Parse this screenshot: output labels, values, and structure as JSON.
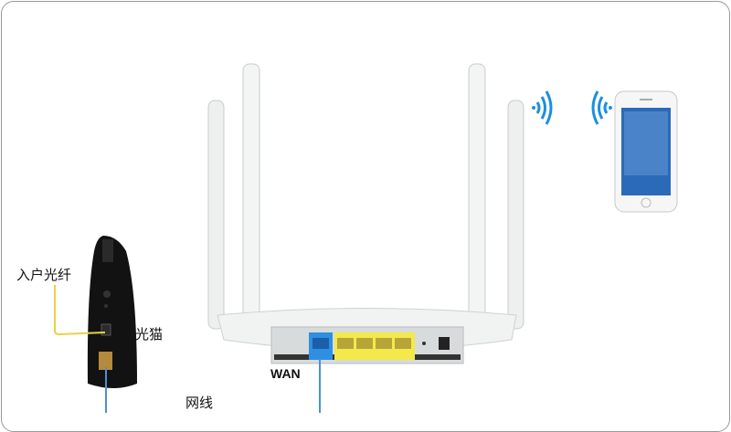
{
  "labels": {
    "fiber_in": "入户光纤",
    "optical_modem": "光猫",
    "wan": "WAN",
    "network_cable": "网线"
  },
  "colors": {
    "cable": "#4a90d9",
    "fiber": "#e8d24a",
    "wan_port": "#2f8fe0",
    "lan_ports": "#f3e94a",
    "modem": "#111111"
  },
  "icons": [
    "wifi-signal-icon",
    "wifi-signal-icon",
    "smartphone-icon",
    "router-icon",
    "optical-modem-icon"
  ]
}
